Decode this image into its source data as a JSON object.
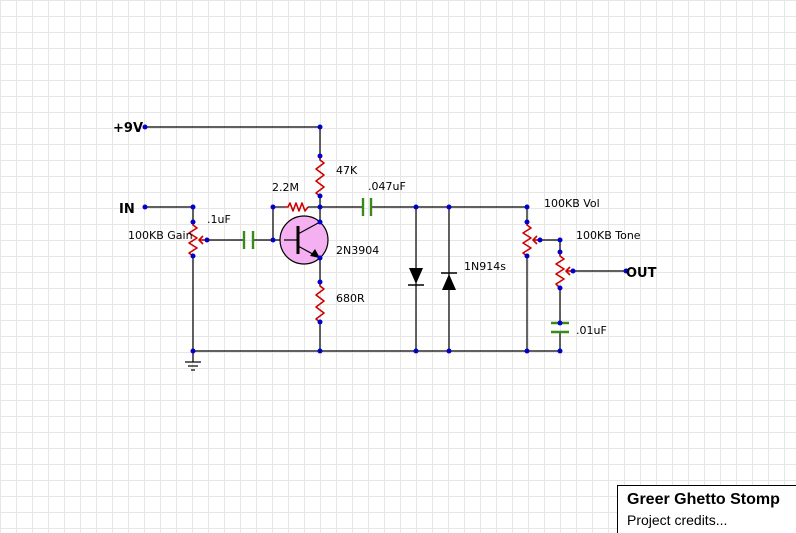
{
  "labels": {
    "vplus": "+9V",
    "input": "IN",
    "output": "OUT",
    "gain_pot": "100KB Gain",
    "input_cap": ".1uF",
    "bias_res": "2.2M",
    "collector_res": "47K",
    "output_cap": ".047uF",
    "transistor": "2N3904",
    "emitter_res": "680R",
    "diodes": "1N914s",
    "vol_pot": "100KB Vol",
    "tone_pot": "100KB Tone",
    "tone_cap": ".01uF"
  },
  "title_block": {
    "title": "Greer Ghetto Stomp",
    "credits": "Project credits..."
  },
  "colors": {
    "wire": "#000000",
    "resistor": "#cc0000",
    "capacitor": "#3a8a1a",
    "node": "#0000cc",
    "transistor_fill": "#f4b0f0"
  }
}
